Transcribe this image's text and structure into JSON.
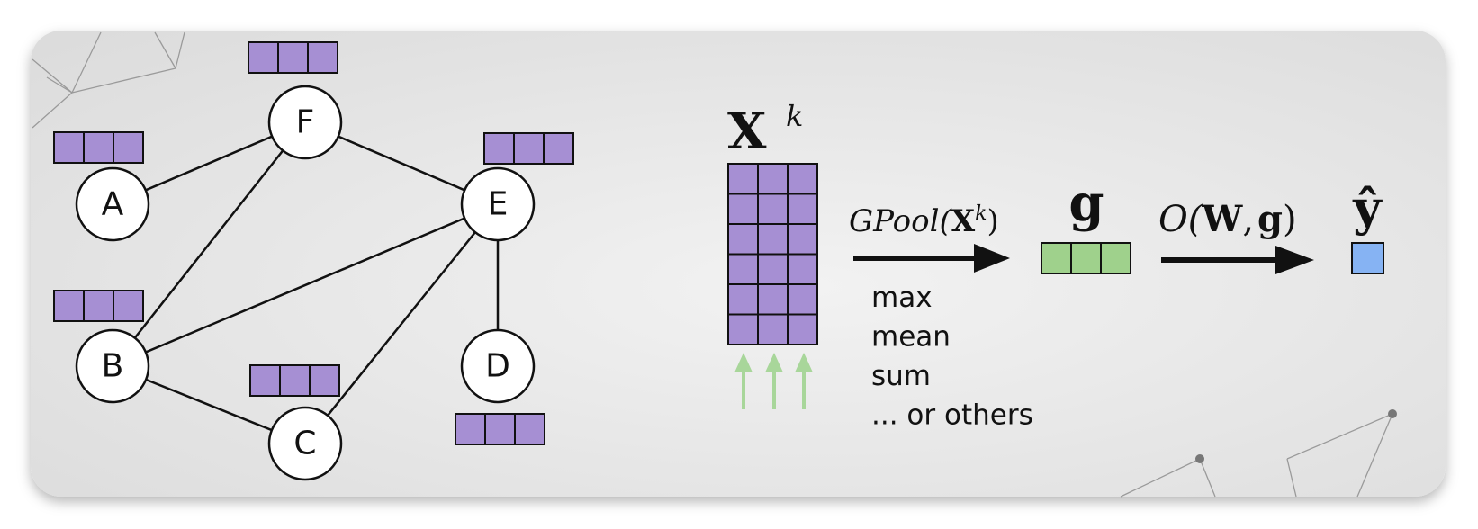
{
  "graph": {
    "nodes": [
      {
        "id": "A",
        "label": "A"
      },
      {
        "id": "B",
        "label": "B"
      },
      {
        "id": "C",
        "label": "C"
      },
      {
        "id": "D",
        "label": "D"
      },
      {
        "id": "E",
        "label": "E"
      },
      {
        "id": "F",
        "label": "F"
      }
    ],
    "edges": [
      [
        "A",
        "F"
      ],
      [
        "F",
        "B"
      ],
      [
        "F",
        "E"
      ],
      [
        "B",
        "E"
      ],
      [
        "B",
        "C"
      ],
      [
        "C",
        "E"
      ],
      [
        "E",
        "D"
      ]
    ]
  },
  "pipeline": {
    "matrix_label": "X",
    "matrix_superscript": "k",
    "pool_label": "GPool(",
    "pool_arg": "X",
    "pool_superscript": "k",
    "pool_close": ")",
    "embedding_label": "g",
    "readout_label_o": "O(",
    "readout_label_w": "W",
    "readout_label_comma": ",",
    "readout_label_g": "g",
    "readout_label_close": ")",
    "output_label": "ŷ",
    "aggregations": [
      "max",
      "mean",
      "sum",
      "... or others"
    ]
  },
  "colors": {
    "node_feature": "#a68fd3",
    "graph_embedding": "#9fd18c",
    "prediction": "#86b3f3",
    "upward_arrows": "#a8d69a"
  }
}
